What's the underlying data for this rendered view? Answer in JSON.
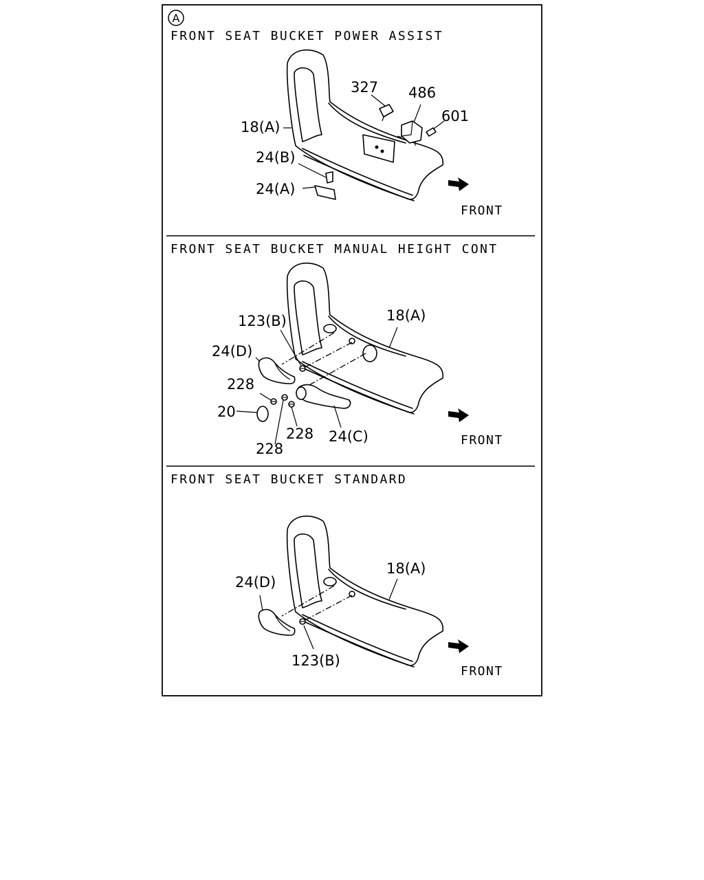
{
  "marker": "A",
  "front_label": "FRONT",
  "sections": [
    {
      "title": "FRONT SEAT BUCKET POWER ASSIST",
      "labels": [
        "327",
        "486",
        "601",
        "18(A)",
        "24(B)",
        "24(A)"
      ]
    },
    {
      "title": "FRONT SEAT BUCKET MANUAL HEIGHT CONT",
      "labels": [
        "123(B)",
        "18(A)",
        "24(D)",
        "228",
        "20",
        "228",
        "228",
        "24(C)"
      ]
    },
    {
      "title": "FRONT SEAT BUCKET STANDARD",
      "labels": [
        "18(A)",
        "24(D)",
        "123(B)"
      ]
    }
  ]
}
